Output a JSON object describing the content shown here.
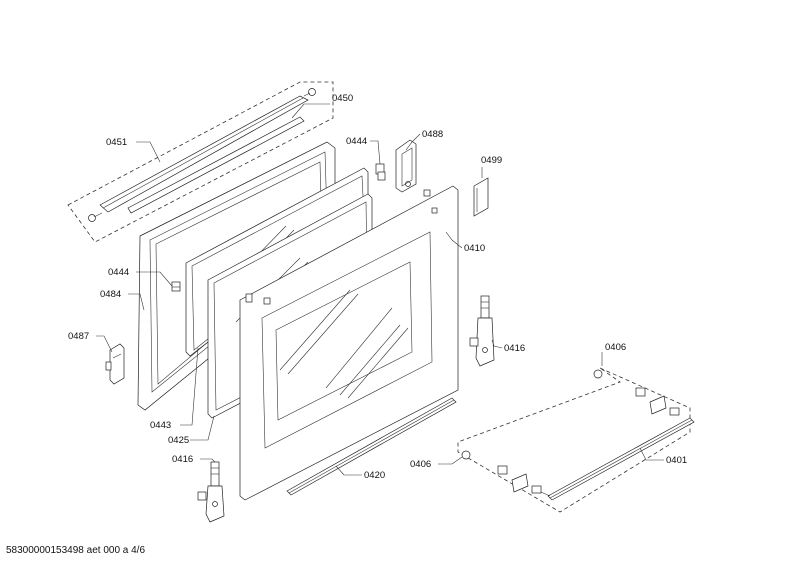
{
  "labels": {
    "l0450": "0450",
    "l0451": "0451",
    "l0444a": "0444",
    "l0488": "0488",
    "l0499": "0499",
    "l0410": "0410",
    "l0444b": "0444",
    "l0484": "0484",
    "l0487": "0487",
    "l0416a": "0416",
    "l0406a": "0406",
    "l0443": "0443",
    "l0425": "0425",
    "l0416b": "0416",
    "l0420": "0420",
    "l0406b": "0406",
    "l0401": "0401"
  },
  "footer": {
    "doc_id": "58300000153498 aet 000 a 4/6"
  }
}
